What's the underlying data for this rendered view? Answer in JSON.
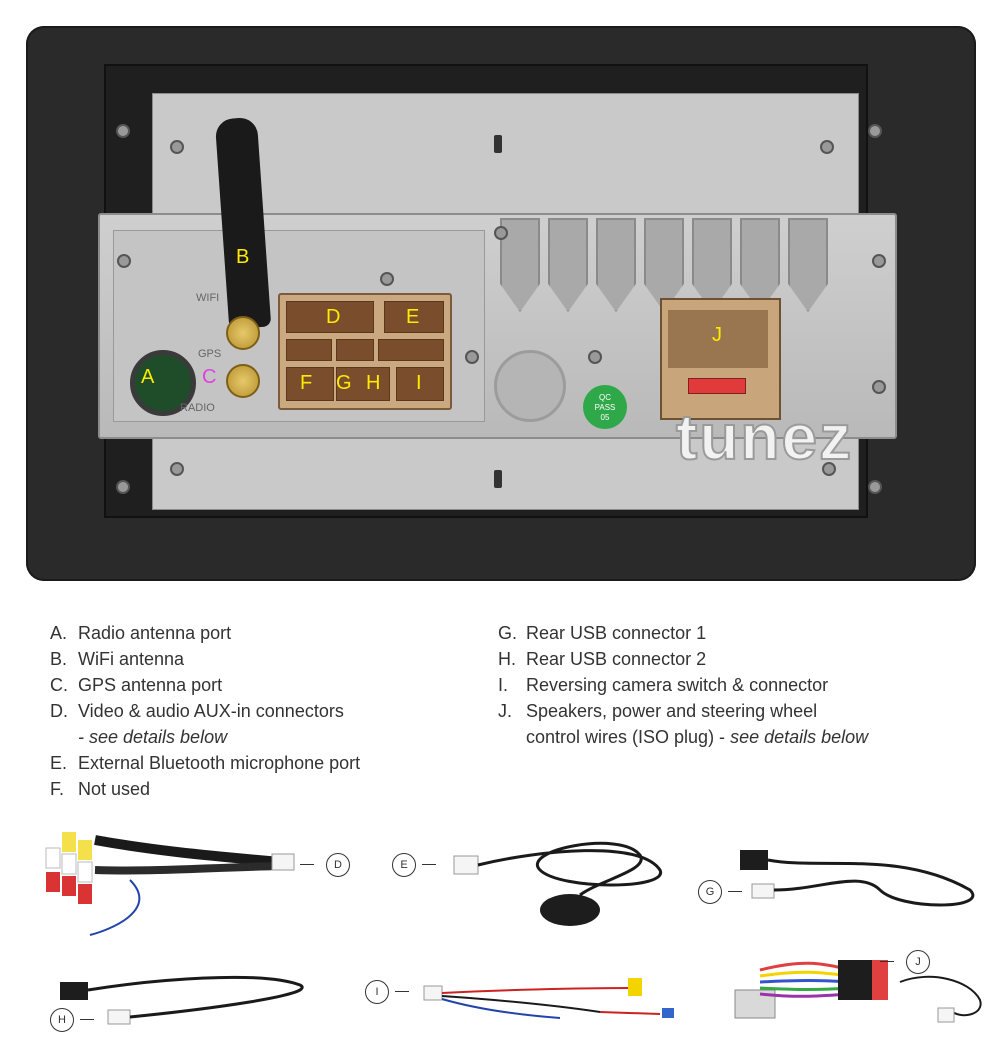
{
  "photo": {
    "port_labels": {
      "a": "A",
      "b": "B",
      "c": "C",
      "d": "D",
      "e": "E",
      "f": "F",
      "g": "G",
      "h": "H",
      "i": "I",
      "j": "J"
    },
    "engraved": {
      "wifi": "WIFI",
      "gps": "GPS",
      "radio": "RADIO"
    },
    "qc_badge": [
      "QC",
      "PASS",
      "05"
    ],
    "watermark": "tunez"
  },
  "legend": {
    "left": [
      {
        "key": "A.",
        "text": "Radio antenna port"
      },
      {
        "key": "B.",
        "text": "WiFi antenna"
      },
      {
        "key": "C.",
        "text": "GPS antenna port"
      },
      {
        "key": "D.",
        "text": "Video & audio AUX-in connectors",
        "sub": "- see details below"
      },
      {
        "key": "E.",
        "text": "External Bluetooth microphone port"
      },
      {
        "key": "F.",
        "text": "Not used"
      }
    ],
    "right": [
      {
        "key": "G.",
        "text": "Rear USB connector 1"
      },
      {
        "key": "H.",
        "text": "Rear USB connector 2"
      },
      {
        "key": "I.",
        "text": "Reversing camera switch & connector"
      },
      {
        "key": "J.",
        "text": "Speakers, power and steering wheel",
        "line2": "control wires (ISO plug) - ",
        "line2_italic": "see details below"
      }
    ]
  },
  "callouts": {
    "d": "D",
    "e": "E",
    "g": "G",
    "h": "H",
    "i": "I",
    "j": "J"
  },
  "colors": {
    "label_yellow": "#ffea00",
    "label_magenta": "#e040e0",
    "qc_green": "#2fa84a"
  }
}
